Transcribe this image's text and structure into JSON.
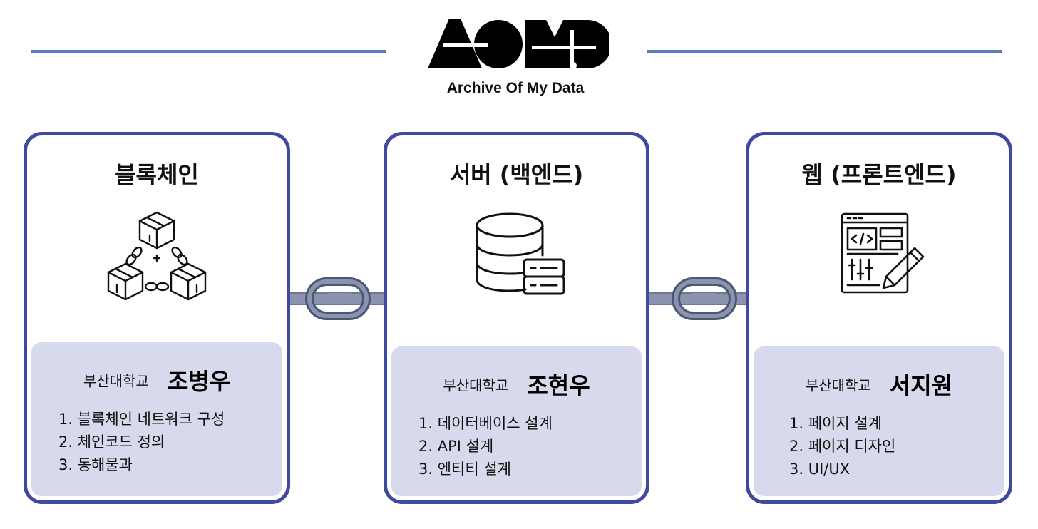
{
  "header": {
    "logo_text": "AOMD",
    "tagline": "Archive Of My Data"
  },
  "colors": {
    "accent_line": "#5a7bb5",
    "card_border": "#3f4a9e",
    "info_bg": "#d7d9ec",
    "link_chain": "#8c93ad"
  },
  "cards": [
    {
      "title": "블록체인",
      "icon": "blockchain-icon",
      "university": "부산대학교",
      "name": "조병우",
      "tasks": [
        "1. 블록체인 네트워크 구성",
        "2. 체인코드 정의",
        "3. 동해물과"
      ]
    },
    {
      "title": "서버 (백엔드)",
      "icon": "database-server-icon",
      "university": "부산대학교",
      "name": "조현우",
      "tasks": [
        "1. 데이터베이스 설계",
        "2. API 설계",
        "3. 엔티티 설계"
      ]
    },
    {
      "title": "웹 (프론트엔드)",
      "icon": "web-design-icon",
      "university": "부산대학교",
      "name": "서지원",
      "tasks": [
        "1. 페이지 설계",
        "2. 페이지 디자인",
        "3. UI/UX"
      ]
    }
  ]
}
